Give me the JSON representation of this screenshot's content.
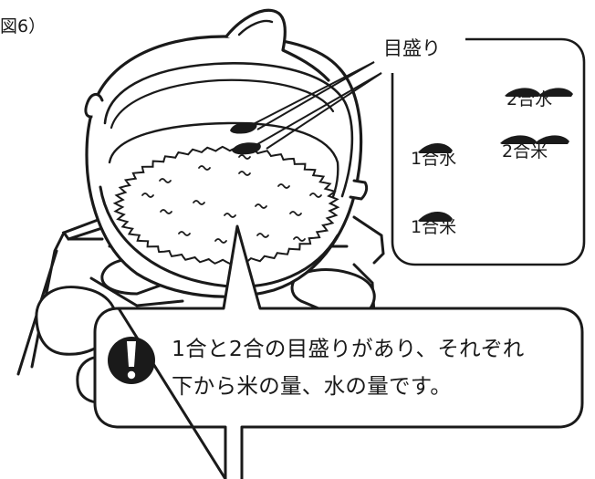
{
  "figure_label": "図6）",
  "callout_title": "目盛り",
  "scale_legend": [
    {
      "label": "2合水",
      "marks": 2
    },
    {
      "label": "2合米",
      "marks": 2
    },
    {
      "label": "1合水",
      "marks": 1
    },
    {
      "label": "1合米",
      "marks": 1
    }
  ],
  "note": {
    "icon": "exclamation-icon",
    "line1": "1合と2合の目盛りがあり、それぞれ",
    "line2": "下から米の量、水の量です。"
  },
  "colors": {
    "line": "#1a1a1a",
    "mark": "#1a1a1a",
    "background": "#ffffff"
  }
}
